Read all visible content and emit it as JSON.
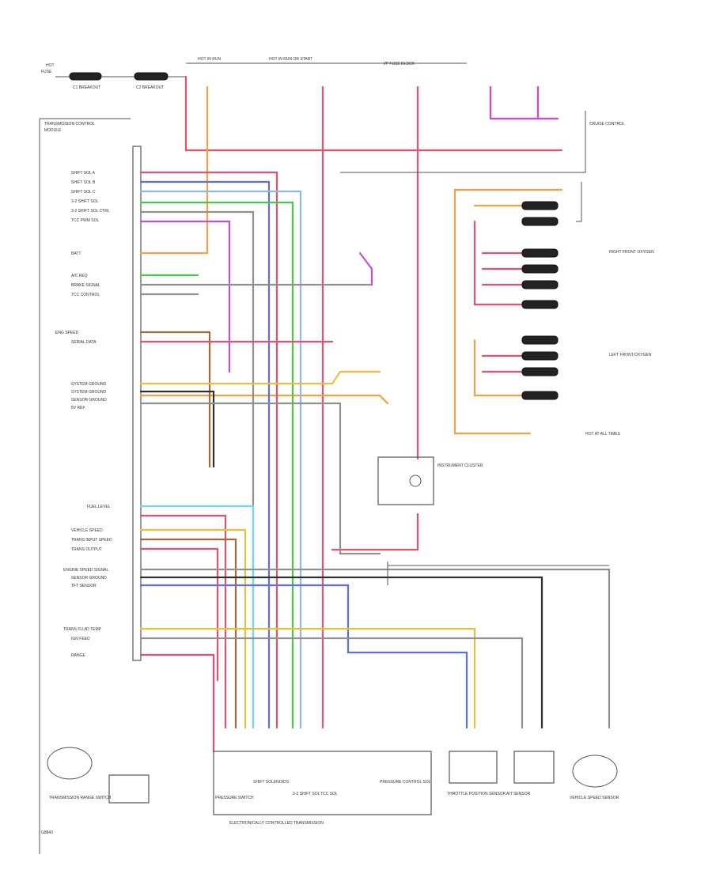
{
  "bottom_caption": "ELECTRONICALLY CONTROLLED TRANSMISSION",
  "figure_code": "G8843",
  "modules": {
    "control_module": "TRANSMISSION CONTROL MODULE"
  },
  "wire_colors": {
    "red": "#e8506e",
    "pink": "#f08080",
    "orange": "#f5a14a",
    "yellow": "#e8c040",
    "green": "#44cc44",
    "blue": "#5a6ee8",
    "light_blue": "#8ab8f0",
    "violet": "#c050e0",
    "magenta": "#e040d0",
    "gray": "#909090",
    "cyan": "#70d8e8",
    "brown": "#a06a3a",
    "dark_red": "#c02040",
    "black": "#303030"
  },
  "labels": {
    "ecm_header": [
      "TRANSMISSION CONTROL",
      "MODULE"
    ],
    "left_pins": [
      "SHIFT SOL A",
      "SHIFT SOL B",
      "SHIFT SOL C",
      "3-2 SHIFT SOL",
      "3-2 SHIFT SOL CTRL",
      "TCC PWM SOL",
      "BATT",
      "A/C REQ",
      "BRAKE SIGNAL",
      "TCC CONTROL",
      "ENG SPEED",
      "SERIAL DATA",
      "SYSTEM GROUND",
      "SYSTEM GROUND",
      "SENSOR GROUND",
      "5V REF",
      "FUEL LEVEL",
      "VEHICLE SPEED",
      "TRANS INPUT SPEED",
      "TRANS OUTPUT",
      "ENGINE SPEED SIGNAL",
      "SENSOR GROUND",
      "TFT SENSOR",
      "TRANS FLUID TEMP",
      "IGN FEED",
      "RANGE"
    ],
    "components_bottom": [
      "TRANSMISSION RANGE SWITCH",
      "PRESSURE SWITCH",
      "SHIFT SOLENOIDS",
      "3-2 SHIFT SOL",
      "TCC SOL",
      "PRESSURE CONTROL SOL",
      "THROTTLE POSITION SENSOR",
      "A/T SENSOR",
      "VEHICLE SPEED SENSOR"
    ],
    "right_components": [
      "CRUISE CONTROL",
      "RIGHT FRONT OXYGEN",
      "LEFT FRONT OXYGEN",
      "INSTRUMENT CLUSTER",
      "HOT AT ALL TIMES"
    ]
  }
}
